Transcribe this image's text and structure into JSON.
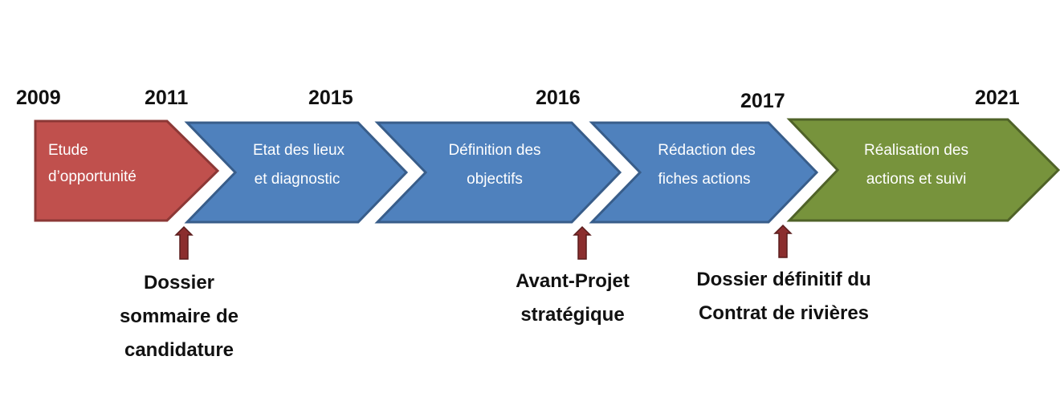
{
  "years": [
    "2009",
    "2011",
    "2015",
    "2016",
    "2017",
    "2021"
  ],
  "stages": [
    {
      "lines": [
        "Etude",
        "d’opportunité"
      ],
      "color": "#C0504D",
      "border": "#8C3836"
    },
    {
      "lines": [
        "Etat des lieux",
        "et diagnostic"
      ],
      "color": "#4F81BD",
      "border": "#385D8A"
    },
    {
      "lines": [
        "Définition des",
        "objectifs"
      ],
      "color": "#4F81BD",
      "border": "#385D8A"
    },
    {
      "lines": [
        "Rédaction des",
        "fiches actions"
      ],
      "color": "#4F81BD",
      "border": "#385D8A"
    },
    {
      "lines": [
        "Réalisation des",
        "actions et suivi"
      ],
      "color": "#77933C",
      "border": "#4F6228"
    }
  ],
  "milestones": [
    {
      "lines": [
        "Dossier",
        "sommaire de",
        "candidature"
      ]
    },
    {
      "lines": [
        "Avant-Projet",
        "stratégique"
      ]
    },
    {
      "lines": [
        "Dossier définitif du",
        "Contrat de rivières"
      ]
    }
  ],
  "arrow_color": "#8B2E2E"
}
